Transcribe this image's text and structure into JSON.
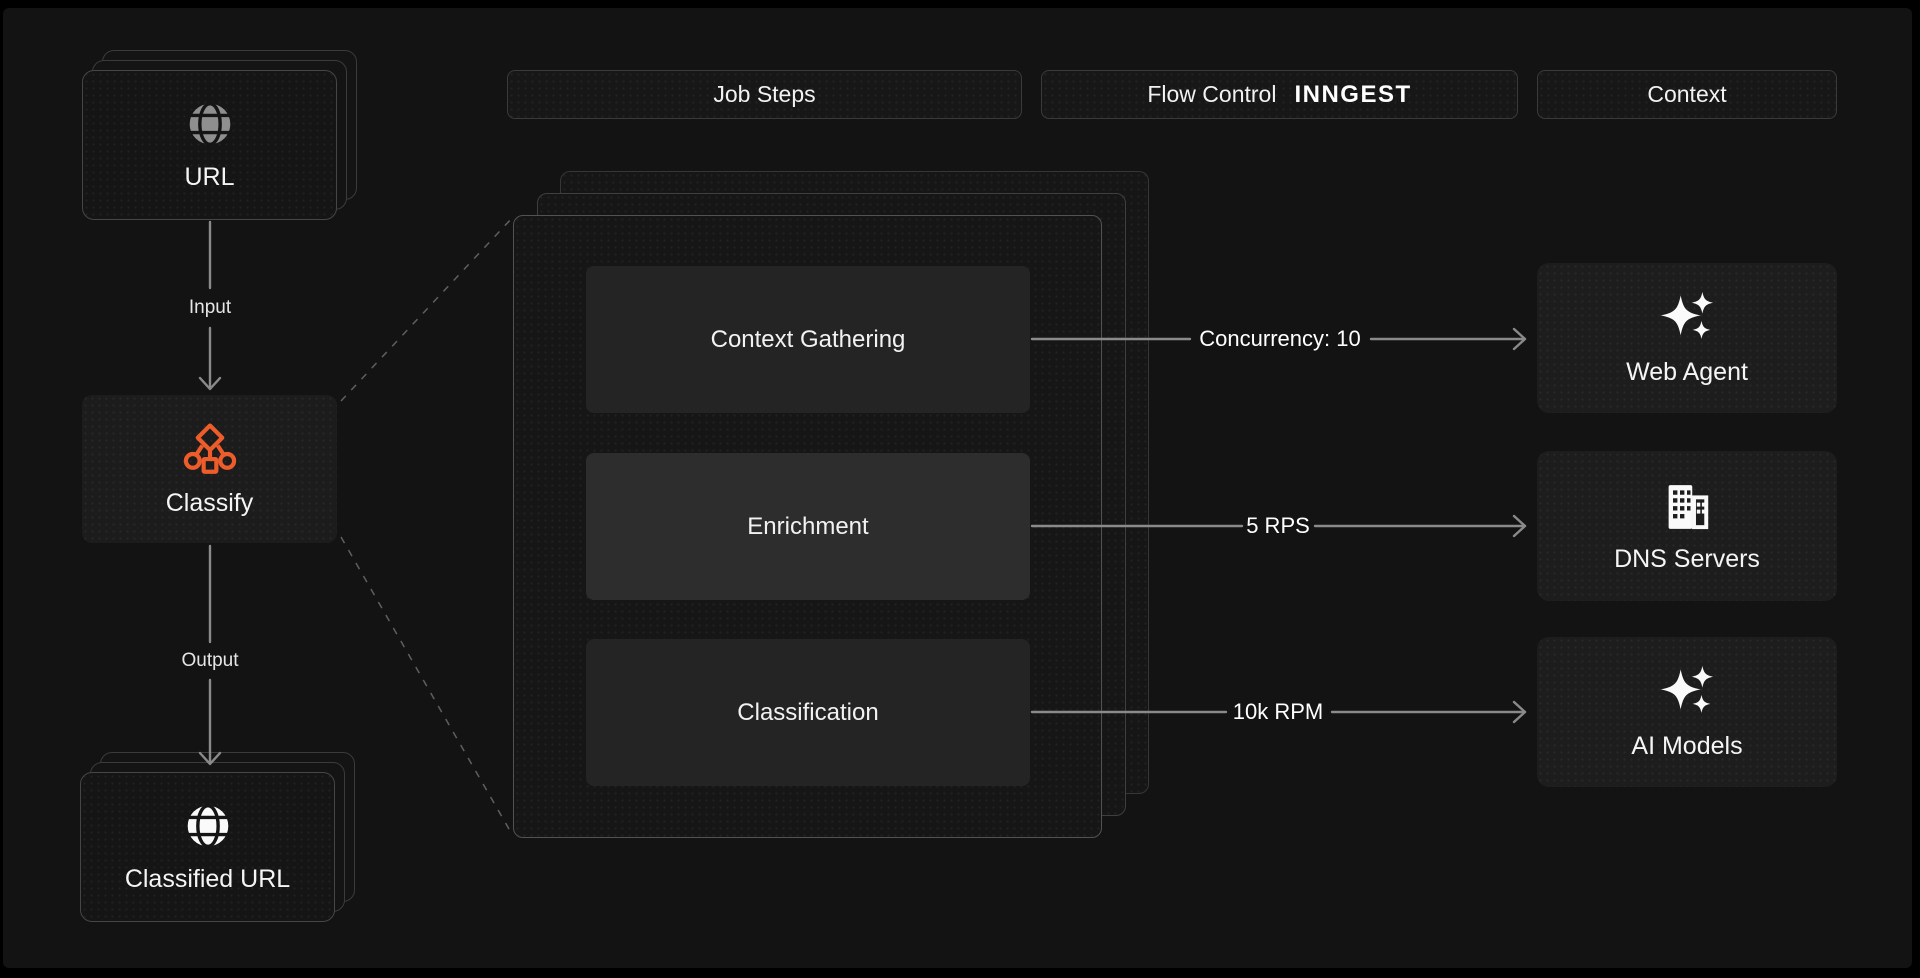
{
  "diagram": {
    "headers": {
      "job_steps": "Job Steps",
      "flow_control": "Flow Control",
      "flow_control_logo": "INNGEST",
      "context": "Context"
    },
    "input_stack": {
      "label": "URL"
    },
    "input_arrow": {
      "label": "Input"
    },
    "classify_node": {
      "label": "Classify"
    },
    "output_arrow": {
      "label": "Output"
    },
    "output_stack": {
      "label": "Classified URL"
    },
    "steps": [
      {
        "label": "Context Gathering",
        "flow_label": "Concurrency: 10",
        "target": "Web Agent",
        "target_icon": "sparkles-icon"
      },
      {
        "label": "Enrichment",
        "flow_label": "5 RPS",
        "target": "DNS Servers",
        "target_icon": "building-icon"
      },
      {
        "label": "Classification",
        "flow_label": "10k RPM",
        "target": "AI Models",
        "target_icon": "sparkles-icon"
      }
    ],
    "colors": {
      "accent": "#ED5C2B",
      "arrow": "#8A8A8A",
      "background": "#131313"
    }
  }
}
